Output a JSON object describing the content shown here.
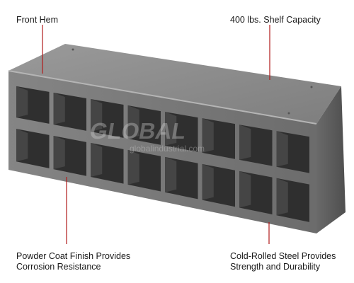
{
  "callouts": {
    "front_hem": "Front Hem",
    "shelf_capacity": "400 lbs. Shelf Capacity",
    "powder_coat_line1": "Powder Coat Finish Provides",
    "powder_coat_line2": "Corrosion Resistance",
    "cold_rolled_line1": "Cold-Rolled Steel Provides",
    "cold_rolled_line2": "Strength and Durability"
  },
  "watermark": {
    "brand": "GLOBAL",
    "site": "globalindustrial.com"
  },
  "product": {
    "rows": 2,
    "columns": 8,
    "colors": {
      "body": "#7a7a7a",
      "top": "#909090",
      "side": "#5f5f5f",
      "cubby": "#2f2f2f",
      "leader": "#b11a1a"
    }
  }
}
